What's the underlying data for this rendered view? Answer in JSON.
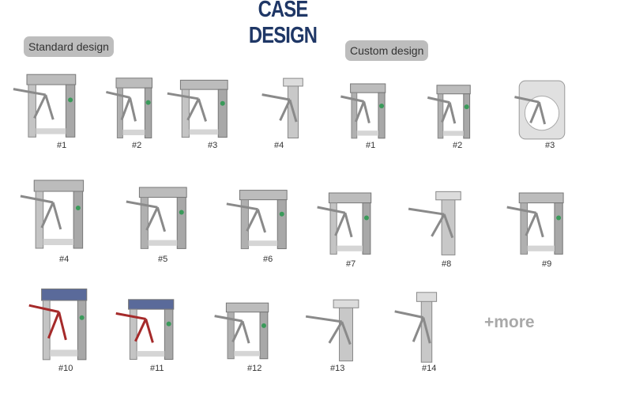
{
  "title": "CASE DESIGN",
  "standard_label": "Standard design",
  "custom_label": "Custom design",
  "more_label": "+more",
  "standard_items": [
    "#1",
    "#2",
    "#3",
    "#4"
  ],
  "custom_items": [
    "#1",
    "#2",
    "#3",
    "#4",
    "#5",
    "#6",
    "#7",
    "#8",
    "#9",
    "#10",
    "#11",
    "#12",
    "#13",
    "#14"
  ]
}
